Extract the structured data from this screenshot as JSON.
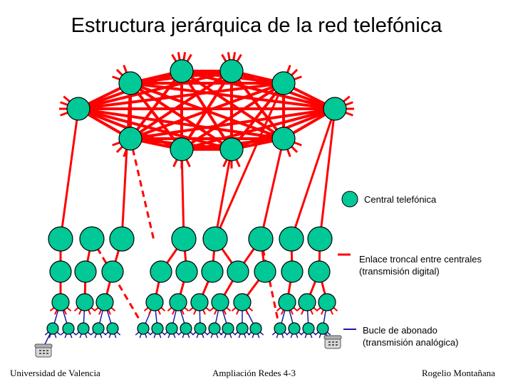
{
  "title": "Estructura jerárquica de la red telefónica",
  "legend": {
    "central": "Central telefónica",
    "trunk_line1": "Enlace troncal entre centrales",
    "trunk_line2": "(transmisión digital)",
    "loop_line1": "Bucle de abonado",
    "loop_line2": "(transmisión analógica)"
  },
  "footer": {
    "left": "Universidad de Valencia",
    "center": "Ampliación Redes 4-3",
    "right": "Rogelio Montañana"
  },
  "colors": {
    "node_fill": "#00c896",
    "trunk": "#ff0000",
    "loop": "#1a1aa8",
    "text": "#000000"
  },
  "icons": [
    "telephone-icon"
  ]
}
